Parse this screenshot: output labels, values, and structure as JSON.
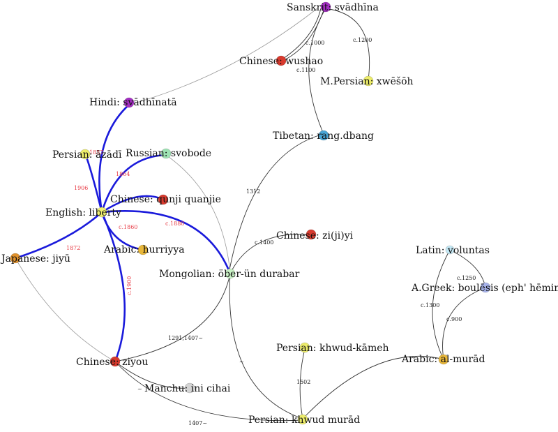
{
  "colors": {
    "blue_edge": "#1a1adb",
    "black_edge": "#333333",
    "grey_edge": "#9a9a9a",
    "red_label": "#e8404a",
    "black_label": "#222222"
  },
  "nodes": {
    "sanskrit": {
      "label": "Sanskrit: svādhīna",
      "color": "#a32ec2"
    },
    "chinese_wushao": {
      "label": "Chinese: wushao",
      "color": "#d83a2e"
    },
    "mpersian": {
      "label": "M.Persian: xwēšōh",
      "color": "#ecec6a"
    },
    "hindi": {
      "label": "Hindi: svādhīnatā",
      "color": "#a32ec2"
    },
    "tibetan": {
      "label": "Tibetan: rang.dbang",
      "color": "#4aa6d6"
    },
    "persian_azadi": {
      "label": "Persian: āzādī",
      "color": "#ecec6a"
    },
    "russian": {
      "label": "Russian: svobode",
      "color": "#9ee3b4"
    },
    "chinese_qunji": {
      "label": "Chinese: qunji quanjie",
      "color": "#d83a2e"
    },
    "english": {
      "label": "English: liberty",
      "color": "#f0f070"
    },
    "chinese_ziji": {
      "label": "Chinese: zi(ji)yi",
      "color": "#d83a2e"
    },
    "arabic_hurriyya": {
      "label": "Arabic: hurriyya",
      "color": "#e8b73a"
    },
    "latin": {
      "label": "Latin: voluntas",
      "color": "#c4e9f6"
    },
    "japanese": {
      "label": "Japanese: jiyū",
      "color": "#e0912c"
    },
    "mongolian": {
      "label": "Mongolian: öber-ün durabar",
      "color": "#c8f0c4"
    },
    "agreek": {
      "label": "A.Greek: boulēsis (eph' hēmin)",
      "color": "#a8b4ec"
    },
    "persian_khwud_kameh": {
      "label": "Persian: khwud-kāmeh",
      "color": "#ecec6a"
    },
    "arabic_murad": {
      "label": "Arabic: al-murād",
      "color": "#e8b73a"
    },
    "chinese_ziyou": {
      "label": "Chinese: ziyou",
      "color": "#d83a2e"
    },
    "manchu": {
      "label": "Manchu: ini cihai",
      "color": "#d4d4d4"
    },
    "persian_khwud_murad": {
      "label": "Persian: khwud murād",
      "color": "#ecec6a"
    }
  },
  "edge_labels": {
    "c1000": "c.1000",
    "c1100": "c.1100",
    "c1200": "c.1200",
    "y1312": "1312",
    "c1400": "c.1400",
    "y1291": "1291,1407~",
    "y1502": "1502",
    "y1407": "1407~",
    "c1250": "c.1250",
    "c1300": "c.1300",
    "c900": "c.900",
    "y1857": "1857",
    "y1864": "1864",
    "y1906": "1906",
    "y1872": "1872",
    "c1860": "c.1860",
    "c1880": "c.1880",
    "c1900": "c.1900",
    "tilde": "~",
    "tilde2": "~"
  }
}
